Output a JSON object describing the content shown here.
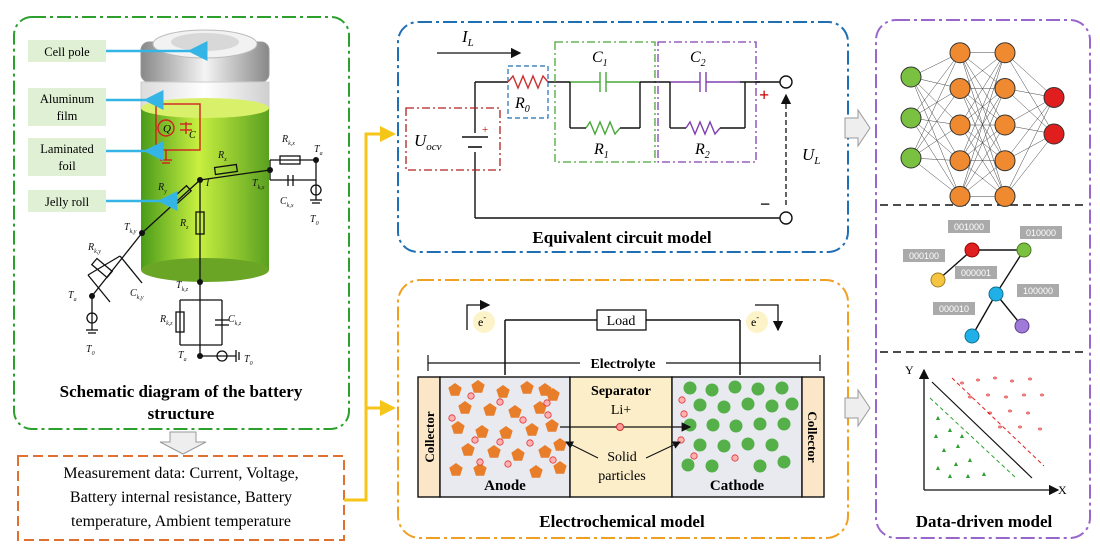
{
  "battery_panel": {
    "caption_line1": "Schematic diagram of the battery",
    "caption_line2": "structure",
    "callouts": [
      "Cell pole",
      "Aluminum",
      "film",
      "Laminated",
      "foil",
      "Jelly roll"
    ],
    "symbols": {
      "Q": "Q",
      "C": "C",
      "I": "I",
      "Ta": "T",
      "T0": "T",
      "a_sub": "a",
      "zero_sub": "0",
      "Rxx": "R",
      "Cxx": "C",
      "Tx": "T",
      "Rx": "R",
      "Ry": "R",
      "Rz": "R",
      "Cz": "C",
      "Cy": "C",
      "Ty": "T",
      "Tz": "T"
    },
    "subs": {
      "xx": "x,x",
      "x": "x",
      "y": "y",
      "z": "z",
      "kx": "k,x",
      "kz": "k,z",
      "ky": "k,y",
      "s": "s",
      "c": "c"
    }
  },
  "measurement": {
    "line1": "Measurement data: Current, Voltage,",
    "line2": "Battery internal resistance, Battery",
    "line3": "temperature, Ambient temperature"
  },
  "ecm": {
    "title": "Equivalent circuit model",
    "IL": "I",
    "IL_sub": "L",
    "R0": "R",
    "R0_sub": "0",
    "C1": "C",
    "C1_sub": "1",
    "R1": "R",
    "R1_sub": "1",
    "C2": "C",
    "C2_sub": "2",
    "R2": "R",
    "R2_sub": "2",
    "Uocv": "U",
    "Uocv_sub": "ocv",
    "UL": "U",
    "UL_sub": "L",
    "plus": "+",
    "minus": "−"
  },
  "echem": {
    "title": "Electrochemical model",
    "load": "Load",
    "electron": "e",
    "electrolyte": "Electrolyte",
    "collector_left": "Collector",
    "collector_right": "Collector",
    "separator": "Separator",
    "li": "Li+",
    "solid1": "Solid",
    "solid2": "particles",
    "anode": "Anode",
    "cathode": "Cathode"
  },
  "datadriven": {
    "title": "Data-driven model",
    "codes": [
      "001000",
      "010000",
      "000100",
      "000001",
      "100000",
      "000010"
    ],
    "axis_x": "X",
    "axis_y": "Y"
  },
  "colors": {
    "green_box": "#2ca02c",
    "blue_box": "#1f6fb5",
    "orange_box": "#f0a020",
    "purple_box": "#9966cc",
    "meas_box": "#e07030",
    "arrow_yellow": "#f5c518",
    "anode_fill": "#e8eaf0",
    "separator_fill": "#fbeec8",
    "orange_particle": "#e87d2a",
    "green_particle": "#56b04a"
  }
}
